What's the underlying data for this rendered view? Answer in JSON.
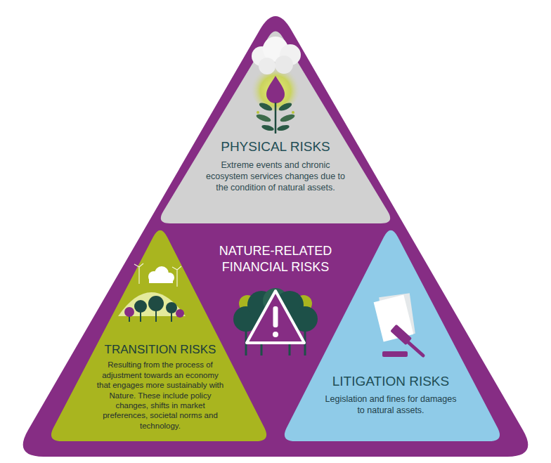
{
  "diagram": {
    "nodes": [
      {
        "text": [
          "NATURE-RELATED FINANCIAL RISKS"
        ]
      },
      {
        "text": [
          "PHYSICAL RISKS",
          "Extreme events and chronic ecosystem services changes due to the condition of natural assets."
        ],
        "in": 0
      },
      {
        "text": [
          "TRANSITION RISKS",
          "Resulting from the process of adjustment towards an economy that engages more sustainably with Nature. These include policy changes, shifts in market preferences, societal norms and technology."
        ],
        "in": 0
      },
      {
        "text": [
          "LITIGATION RISKS",
          "Legislation and fines for damages to natural assets."
        ],
        "in": 0
      }
    ]
  }
}
